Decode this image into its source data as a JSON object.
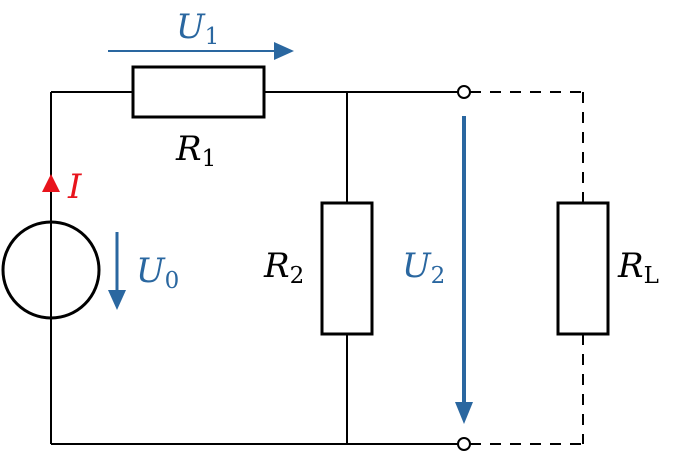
{
  "labels": {
    "u1": {
      "symbol": "U",
      "sub": "1"
    },
    "r1": {
      "symbol": "R",
      "sub": "1"
    },
    "current": {
      "symbol": "I"
    },
    "u0": {
      "symbol": "U",
      "sub": "0"
    },
    "r2": {
      "symbol": "R",
      "sub": "2"
    },
    "u2": {
      "symbol": "U",
      "sub": "2"
    },
    "rl": {
      "symbol": "R",
      "sub": "L"
    }
  },
  "colors": {
    "voltage_arrow": "#2a67a0",
    "current_arrow": "#e8141c",
    "wire": "#000000"
  }
}
